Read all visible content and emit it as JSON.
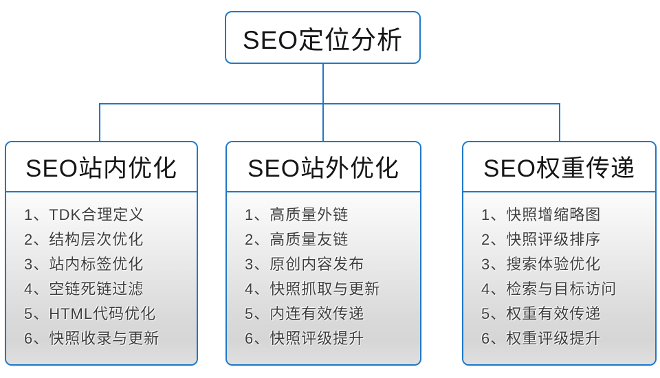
{
  "colors": {
    "accent": "#1e78c8"
  },
  "root": {
    "label": "SEO定位分析"
  },
  "branches": [
    {
      "title": "SEO站内优化",
      "items": [
        "1、TDK合理定义",
        "2、结构层次优化",
        "3、站内标签优化",
        "4、空链死链过滤",
        "5、HTML代码优化",
        "6、快照收录与更新"
      ]
    },
    {
      "title": "SEO站外优化",
      "items": [
        "1、高质量外链",
        "2、高质量友链",
        "3、原创内容发布",
        "4、快照抓取与更新",
        "5、内连有效传递",
        "6、快照评级提升"
      ]
    },
    {
      "title": "SEO权重传递",
      "items": [
        "1、快照增缩略图",
        "2、快照评级排序",
        "3、搜索体验优化",
        "4、检索与目标访问",
        "5、权重有效传递",
        "6、权重评级提升"
      ]
    }
  ]
}
